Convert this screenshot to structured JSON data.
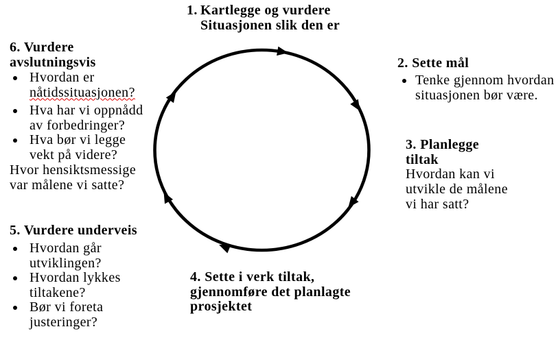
{
  "page": {
    "background": "#ffffff",
    "ink": "#000000",
    "spellcheck_underline_color": "#e00000"
  },
  "diagram": {
    "kind": "process-cycle",
    "direction": "clockwise",
    "arrowhead_count": 6
  },
  "steps": {
    "s1": {
      "number": "1.",
      "lines": [
        "Kartlegge og vurdere",
        "Situasjonen slik den er"
      ]
    },
    "s2": {
      "heading": "2. Sette mål",
      "bullet1": {
        "lines": [
          "Tenke gjennom hvordan",
          "situasjonen bør være."
        ]
      }
    },
    "s3": {
      "heading_lines": [
        "3. Planlegge",
        "tiltak"
      ],
      "body_lines": [
        "Hvordan kan vi",
        "utvikle de målene",
        "vi har satt?"
      ]
    },
    "s4": {
      "lines": [
        "4. Sette i verk tiltak,",
        "gjennomføre det planlagte",
        "prosjektet"
      ]
    },
    "s5": {
      "heading": "5. Vurdere underveis",
      "bullets": [
        {
          "lines": [
            "Hvordan går",
            "utviklingen?"
          ]
        },
        {
          "lines": [
            "Hvordan lykkes",
            "tiltakene?"
          ]
        },
        {
          "lines": [
            "Bør vi foreta",
            "justeringer?"
          ]
        }
      ]
    },
    "s6": {
      "heading_lines": [
        "6. Vurdere",
        "avslutningsvis"
      ],
      "bullets": [
        {
          "lines": [
            "Hvordan er",
            "nåtidssituasjonen?"
          ]
        },
        {
          "lines": [
            "Hva har vi oppnådd",
            "av forbedringer?"
          ]
        },
        {
          "lines": [
            "Hva bør vi legge",
            "vekt på videre?"
          ]
        }
      ],
      "footer_lines": [
        "Hvor hensiktsmessige",
        "var målene vi satte?"
      ]
    }
  }
}
